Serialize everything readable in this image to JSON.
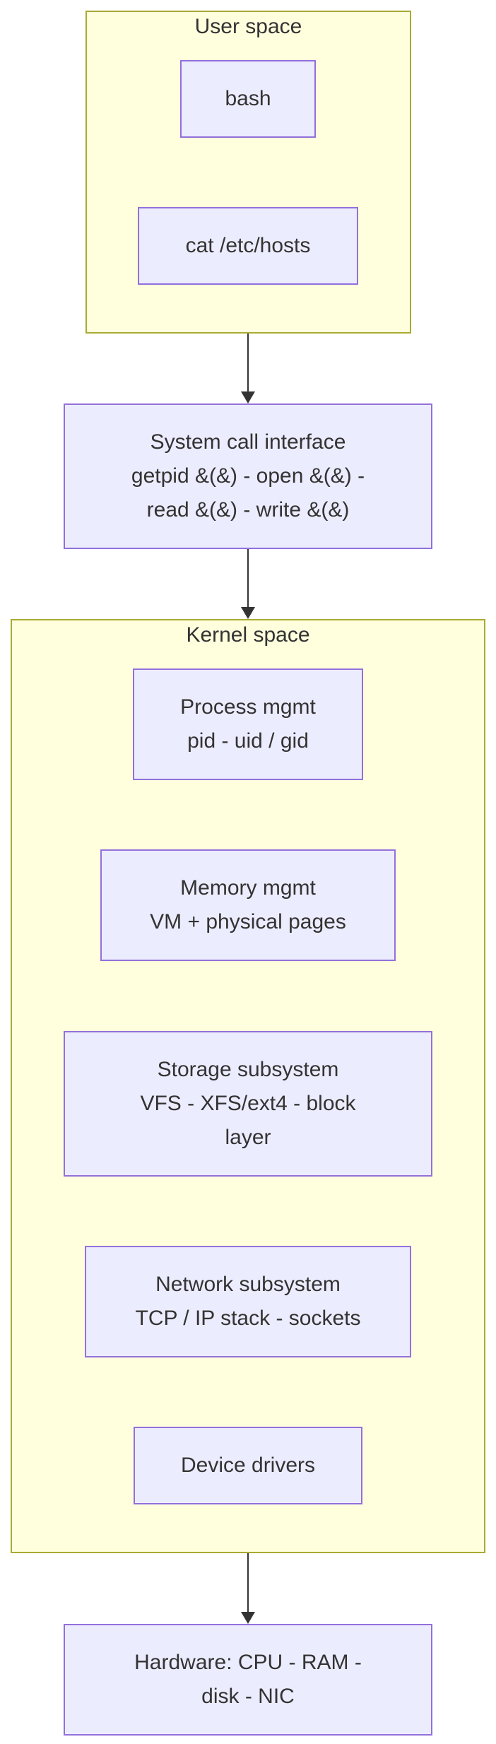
{
  "diagram": {
    "user_space": {
      "title": "User space",
      "bash": "bash",
      "cat": "cat /etc/hosts"
    },
    "syscall": {
      "line1": "System call interface",
      "line2": "getpid &(&) - open &(&) -",
      "line3": "read &(&) - write &(&)"
    },
    "kernel_space": {
      "title": "Kernel space",
      "process": {
        "line1": "Process mgmt",
        "line2": "pid - uid / gid"
      },
      "memory": {
        "line1": "Memory mgmt",
        "line2": "VM + physical pages"
      },
      "storage": {
        "line1": "Storage subsystem",
        "line2": "VFS - XFS/ext4 - block",
        "line3": "layer"
      },
      "network": {
        "line1": "Network subsystem",
        "line2": "TCP / IP stack - sockets"
      },
      "drivers": "Device drivers"
    },
    "hardware": {
      "line1": "Hardware: CPU - RAM -",
      "line2": "disk - NIC"
    }
  },
  "colors": {
    "cluster_fill": "#ffffde",
    "cluster_border": "#aaaa33",
    "node_fill": "#ececff",
    "node_border": "#9370db",
    "edge": "#333333",
    "text": "#333333"
  }
}
